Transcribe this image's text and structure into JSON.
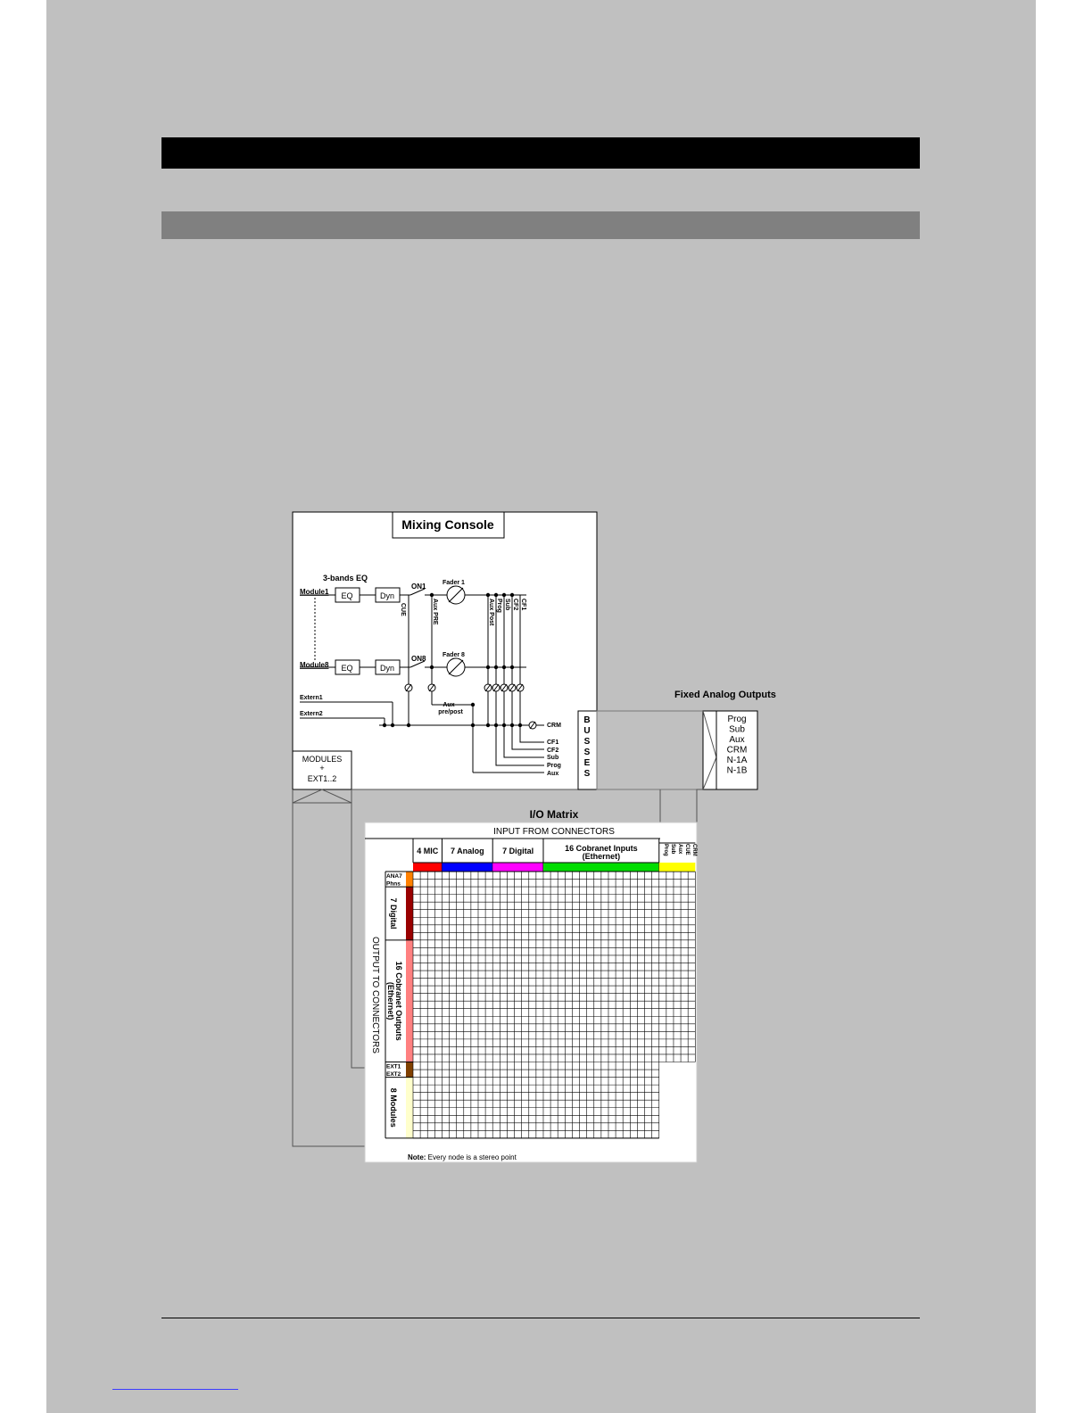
{
  "mixing_console": {
    "title": "Mixing Console",
    "eq_caption": "3-bands EQ",
    "module_first": "Module1",
    "module_last": "Module8",
    "eq_label": "EQ",
    "dyn_label": "Dyn",
    "on_first": "ON1",
    "on_last": "ON8",
    "fader_first": "Fader 1",
    "fader_last": "Fader 8",
    "cue_label": "CUE",
    "aux_pre_label": "Aux PRE",
    "aux_post_label": "Aux Post",
    "bus_labels_vertical": [
      "Prog",
      "Sub",
      "CF2",
      "CF1"
    ],
    "extern_labels": [
      "Extern1",
      "Extern2"
    ],
    "aux_prepost": [
      "Aux",
      "pre/post"
    ],
    "output_labels": [
      "CRM",
      "CF1",
      "CF2",
      "Sub",
      "Prog",
      "Aux"
    ],
    "modules_box": [
      "MODULES",
      "+",
      "EXT1..2"
    ]
  },
  "busses": {
    "letters": [
      "B",
      "U",
      "S",
      "S",
      "E",
      "S"
    ]
  },
  "fixed_outputs": {
    "title": "Fixed Analog Outputs",
    "items": [
      "Prog",
      "Sub",
      "Aux",
      "CRM",
      "N-1A",
      "N-1B"
    ]
  },
  "io_matrix": {
    "title": "I/O Matrix",
    "input_header": "INPUT FROM CONNECTORS",
    "column_groups": [
      {
        "label": "4 MIC",
        "count": 4,
        "color": "#ff0000"
      },
      {
        "label": "7 Analog",
        "count": 7,
        "color": "#0000ff"
      },
      {
        "label": "7 Digital",
        "count": 7,
        "color": "#ff00ff"
      },
      {
        "label": "16 Cobranet Inputs",
        "label2": "(Ethernet)",
        "count": 16,
        "color": "#00dd00"
      }
    ],
    "bus_columns": [
      "Prog",
      "Sub",
      "Aux",
      "CUE",
      "CRM"
    ],
    "bus_color": "#ffff00",
    "output_header": "OUTPUT TO CONNECTORS",
    "row_groups": [
      {
        "labels": [
          "ANA7",
          "Phns"
        ],
        "count": 2,
        "color": "#ff8000"
      },
      {
        "label": "7 Digital",
        "count": 7,
        "color": "#990000"
      },
      {
        "label": "16 Cobranet Outputs",
        "label2": "(Ethernet)",
        "count": 16,
        "color": "#ff8080"
      },
      {
        "labels": [
          "EXT1",
          "EXT2"
        ],
        "count": 2,
        "color": "#804000"
      },
      {
        "label": "8 Modules",
        "count": 8,
        "color": "#ffffcc"
      }
    ],
    "note_bold": "Note:",
    "note_text": " Every node is a stereo point"
  }
}
